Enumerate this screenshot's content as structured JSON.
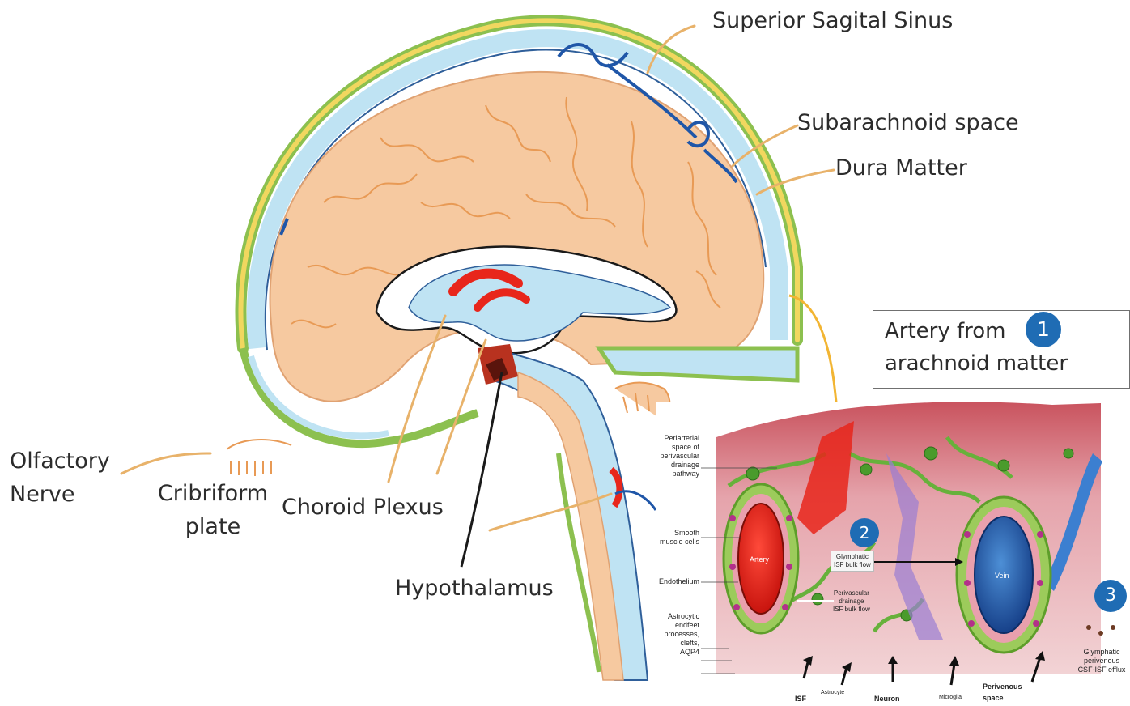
{
  "labels": {
    "superior_sagital_sinus": "Superior Sagital Sinus",
    "subarachnoid_space": "Subarachnoid space",
    "dura_matter": "Dura Matter",
    "olfactory_nerve_line1": "Olfactory",
    "olfactory_nerve_line2": "Nerve",
    "cribriform_line1": "Cribriform",
    "cribriform_line2": "plate",
    "choroid_plexus": "Choroid Plexus",
    "hypothalamus": "Hypothalamus",
    "artery_box_line1": "Artery from",
    "artery_box_line2": "arachnoid matter"
  },
  "badges": {
    "one": "1",
    "two": "2",
    "three": "3"
  },
  "inset": {
    "left_labels": {
      "periarterial": [
        "Periarterial",
        "space of",
        "perivascular",
        "drainage",
        "pathway"
      ],
      "smooth": [
        "Smooth",
        "muscle cells"
      ],
      "endothelium": [
        "Endothelium"
      ],
      "astrocytic": [
        "Astrocytic",
        "endfeet",
        "processes,",
        "clefts,",
        "AQP4"
      ]
    },
    "vessel_labels": {
      "artery": "Artery",
      "vein": "Vein"
    },
    "flow_labels": {
      "glymphatic": [
        "Glymphatic",
        "ISF bulk flow"
      ],
      "perivascular": [
        "Perivascular",
        "drainage",
        "ISF bulk flow"
      ]
    },
    "bottom_labels": {
      "isf": "ISF",
      "astrocyte": "Astrocyte",
      "neuron": "Neuron",
      "microglia": "Microglia",
      "perivenous_line1": "Perivenous",
      "perivenous_line2": "space"
    },
    "right_labels": [
      "Glymphatic",
      "perivenous",
      "CSF-ISF efflux"
    ]
  },
  "colors": {
    "brain": "#f6c9a0",
    "brain_outline": "#e7a874",
    "csf": "#bfe3f3",
    "meninges_green": "#9fc85a",
    "meninges_yellow": "#f0d45c",
    "vessel_blue": "#1f56a8",
    "badge": "#1f6cb4",
    "artery_red": "#e8261b",
    "inset_pink": "#e39aa3"
  }
}
